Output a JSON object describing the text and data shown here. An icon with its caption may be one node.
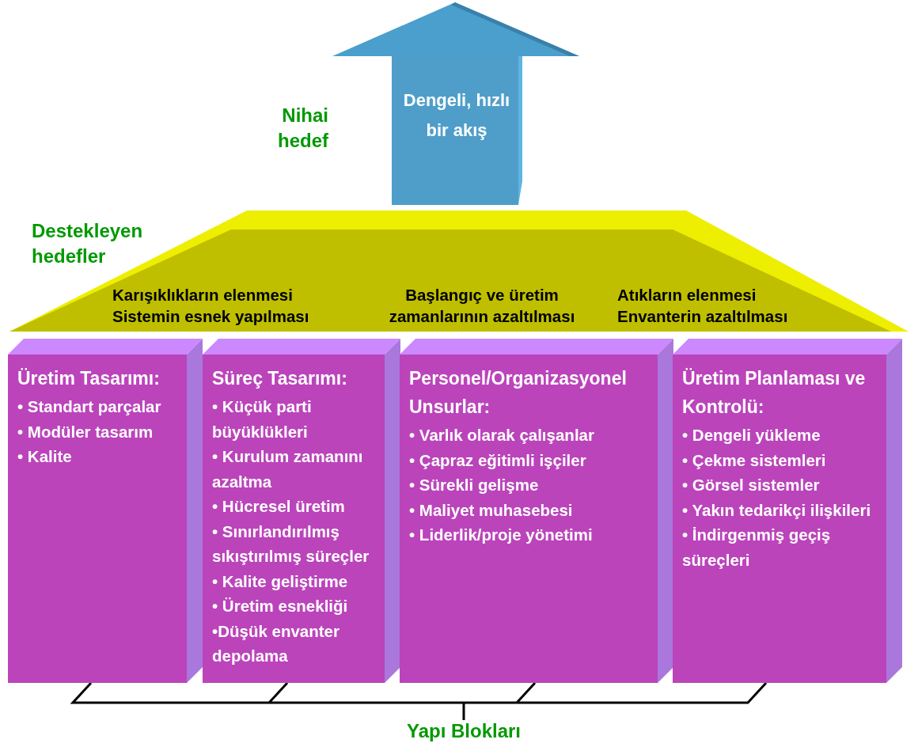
{
  "diagram": {
    "nodes": [
      {
        "text": [
          "Dengeli, hızlı bir akış"
        ],
        "beside": [
          "Nihai hedef"
        ]
      },
      {
        "text": [
          "Karışıklıkların elenmesi Sistemin esnek yapılması",
          "Başlangıç ve üretim zamanlarının azaltılması",
          "Atıkların elenmesi Envanterin azaltılması"
        ],
        "beside": [
          "Destekleyen hedefler"
        ]
      },
      {
        "text": [
          "Üretim Tasarımı:",
          "• Standart parçalar",
          "• Modüler tasarım",
          "• Kalite"
        ]
      },
      {
        "text": [
          "Süreç Tasarımı:",
          "• Küçük parti büyüklükleri",
          "• Kurulum zamanını azaltma",
          "• Hücresel üretim",
          "• Sınırlandırılmış sıkıştırılmış süreçler",
          "• Kalite geliştirme",
          "• Üretim esnekliği",
          "•Düşük envanter depolama"
        ]
      },
      {
        "text": [
          "Personel/Organizasyonel Unsurlar:",
          "• Varlık olarak çalışanlar",
          "• Çapraz eğitimli işçiler",
          "• Sürekli gelişme",
          "• Maliyet muhasebesi",
          "• Liderlik/proje yönetimi"
        ]
      },
      {
        "text": [
          "Üretim Planlaması ve Kontrolü:",
          "• Dengeli yükleme",
          "• Çekme sistemleri",
          "• Görsel sistemler",
          "• Yakın tedarikçi ilişkileri",
          "• İndirgenmiş geçiş süreçleri"
        ]
      }
    ],
    "edges": [],
    "labels": [
      "Yapı Blokları"
    ]
  }
}
